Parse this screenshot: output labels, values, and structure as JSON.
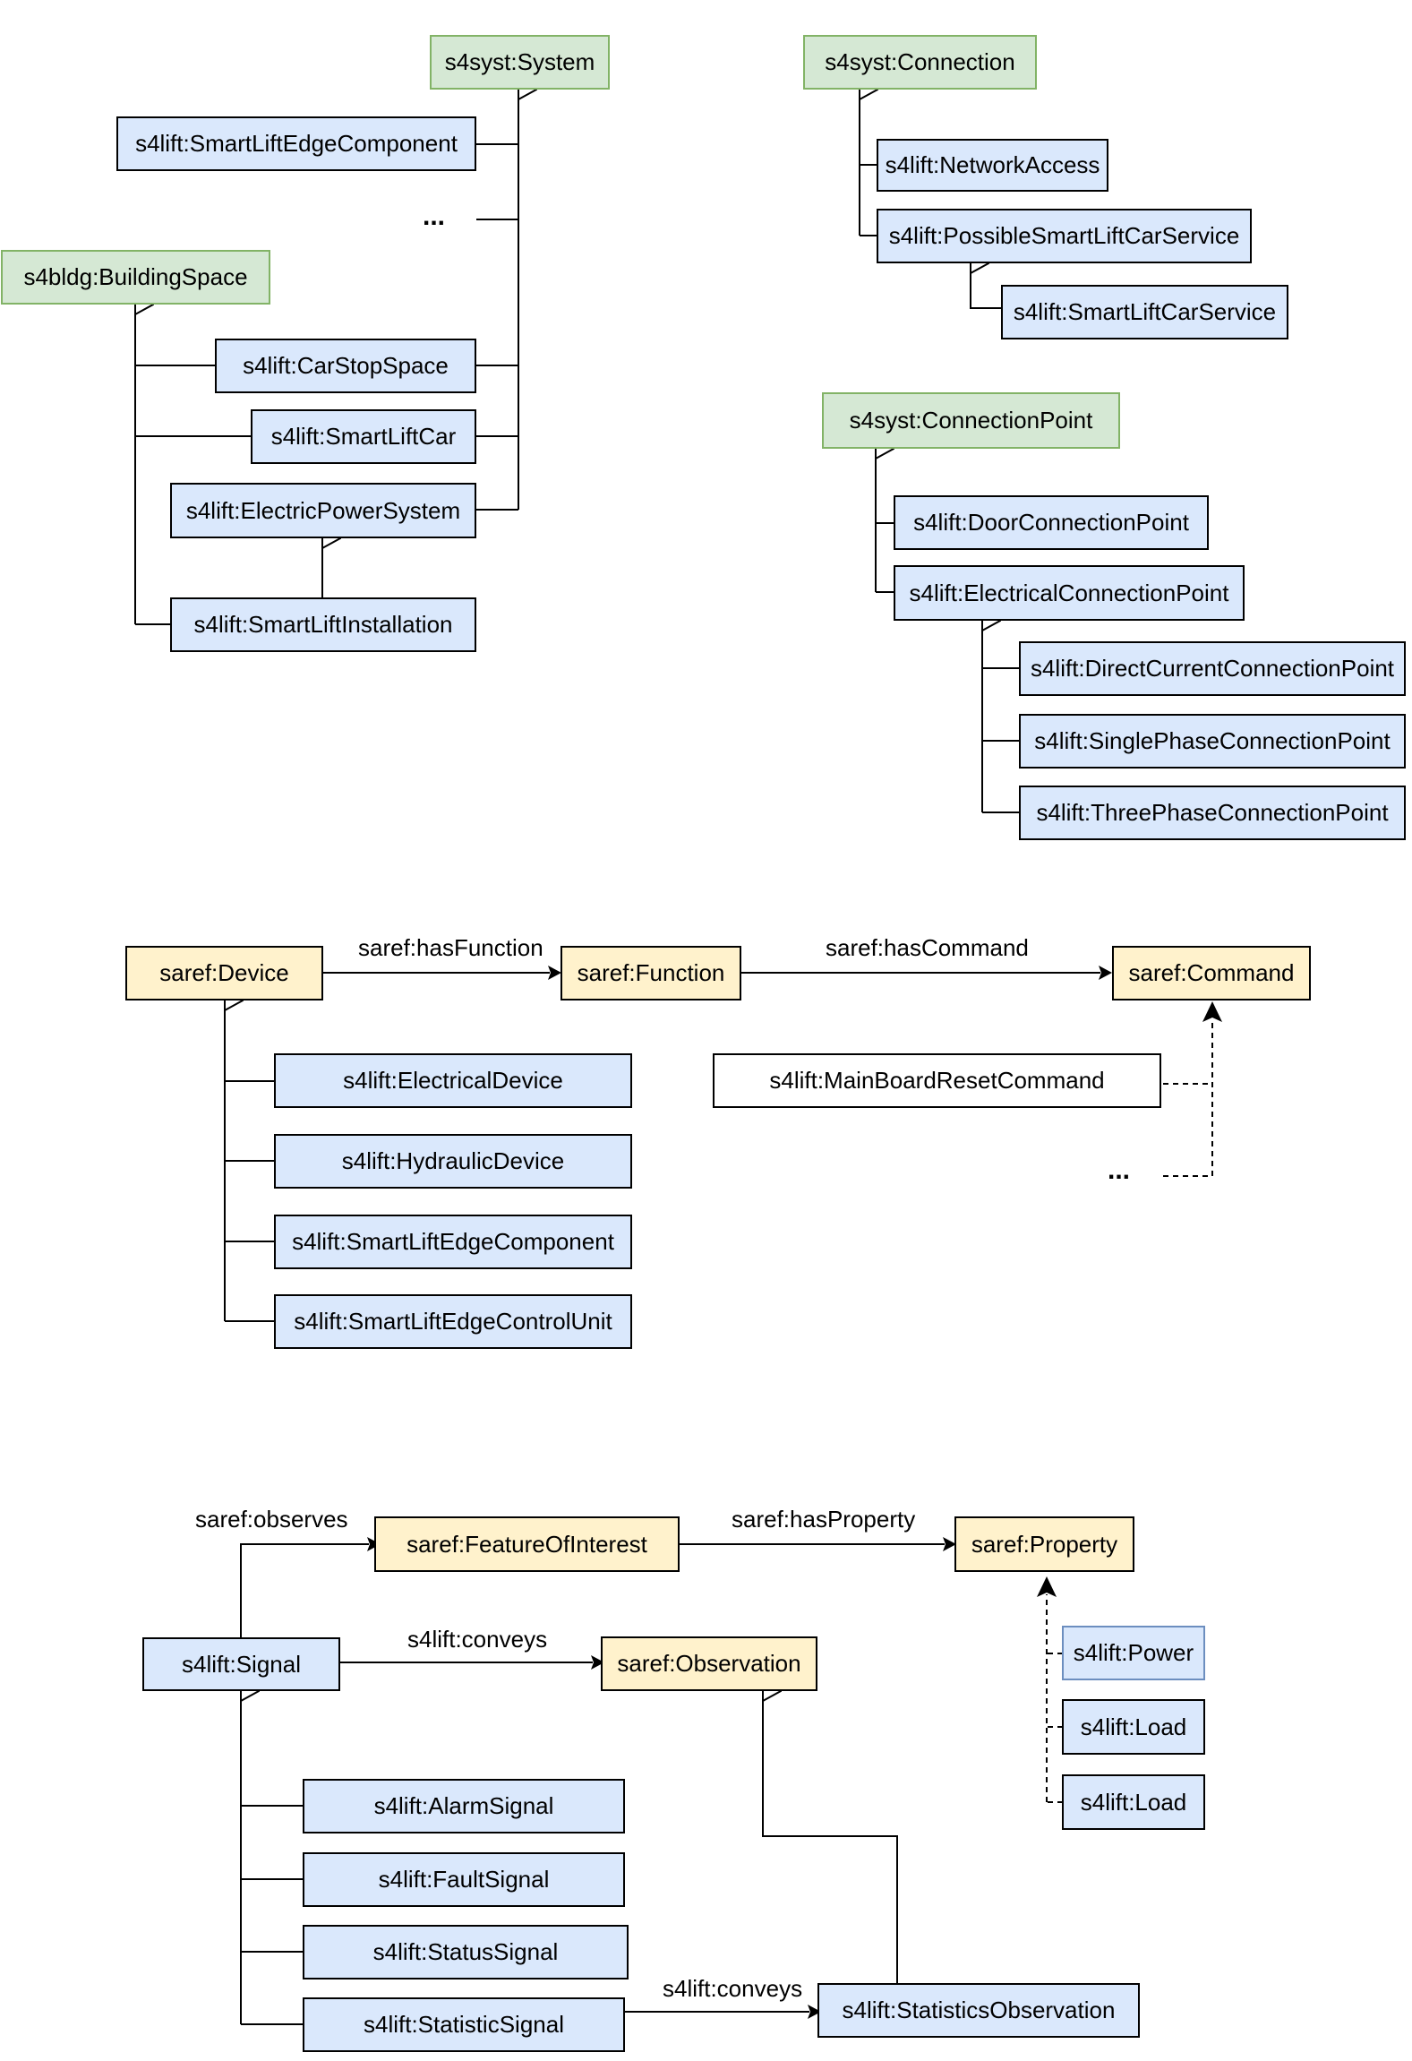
{
  "nodes": {
    "s4syst_system": "s4syst:System",
    "s4lift_smartliftedgecomponent_top": "s4lift:SmartLiftEdgeComponent",
    "s4bldg_buildingspace": "s4bldg:BuildingSpace",
    "s4lift_carstopspace": "s4lift:CarStopSpace",
    "s4lift_smartliftcar": "s4lift:SmartLiftCar",
    "s4lift_electricpowersystem": "s4lift:ElectricPowerSystem",
    "s4lift_smartliftinstallation": "s4lift:SmartLiftInstallation",
    "s4syst_connection": "s4syst:Connection",
    "s4lift_networkaccess": "s4lift:NetworkAccess",
    "s4lift_possiblesmartliftcarservice": "s4lift:PossibleSmartLiftCarService",
    "s4lift_smartliftcarservice": "s4lift:SmartLiftCarService",
    "s4syst_connectionpoint": "s4syst:ConnectionPoint",
    "s4lift_doorconnectionpoint": "s4lift:DoorConnectionPoint",
    "s4lift_electricalconnectionpoint": "s4lift:ElectricalConnectionPoint",
    "s4lift_directcurrentconnectionpoint": "s4lift:DirectCurrentConnectionPoint",
    "s4lift_singlephaseconnectionpoint": "s4lift:SinglePhaseConnectionPoint",
    "s4lift_threephaseconnectionpoint": "s4lift:ThreePhaseConnectionPoint",
    "saref_device": "saref:Device",
    "saref_function": "saref:Function",
    "saref_command": "saref:Command",
    "s4lift_mainboardresetcommand": "s4lift:MainBoardResetCommand",
    "s4lift_electricaldevice": "s4lift:ElectricalDevice",
    "s4lift_hydraulicdevice": "s4lift:HydraulicDevice",
    "s4lift_smartliftedgecomponent_mid": "s4lift:SmartLiftEdgeComponent",
    "s4lift_smartliftedgecontrolunit": "s4lift:SmartLiftEdgeControlUnit",
    "saref_featureofinterest": "saref:FeatureOfInterest",
    "saref_property": "saref:Property",
    "s4lift_signal": "s4lift:Signal",
    "saref_observation": "saref:Observation",
    "s4lift_power": "s4lift:Power",
    "s4lift_load_1": "s4lift:Load",
    "s4lift_load_2": "s4lift:Load",
    "s4lift_alarmsignal": "s4lift:AlarmSignal",
    "s4lift_faultsignal": "s4lift:FaultSignal",
    "s4lift_statussignal": "s4lift:StatusSignal",
    "s4lift_statisticsignal": "s4lift:StatisticSignal",
    "s4lift_statisticsobservation": "s4lift:StatisticsObservation"
  },
  "edge_labels": {
    "has_function": "saref:hasFunction",
    "has_command": "saref:hasCommand",
    "observes": "saref:observes",
    "has_property": "saref:hasProperty",
    "conveys_signal": "s4lift:conveys",
    "conveys_statistic": "s4lift:conveys"
  },
  "ellipsis": {
    "system": "...",
    "command": "..."
  },
  "colors": {
    "blue_fill": "#dae8fc",
    "green_fill": "#d5e8d4",
    "green_border": "#82b366",
    "yellow_fill": "#fff2cc",
    "blue_border_power": "#6c8ebf"
  }
}
